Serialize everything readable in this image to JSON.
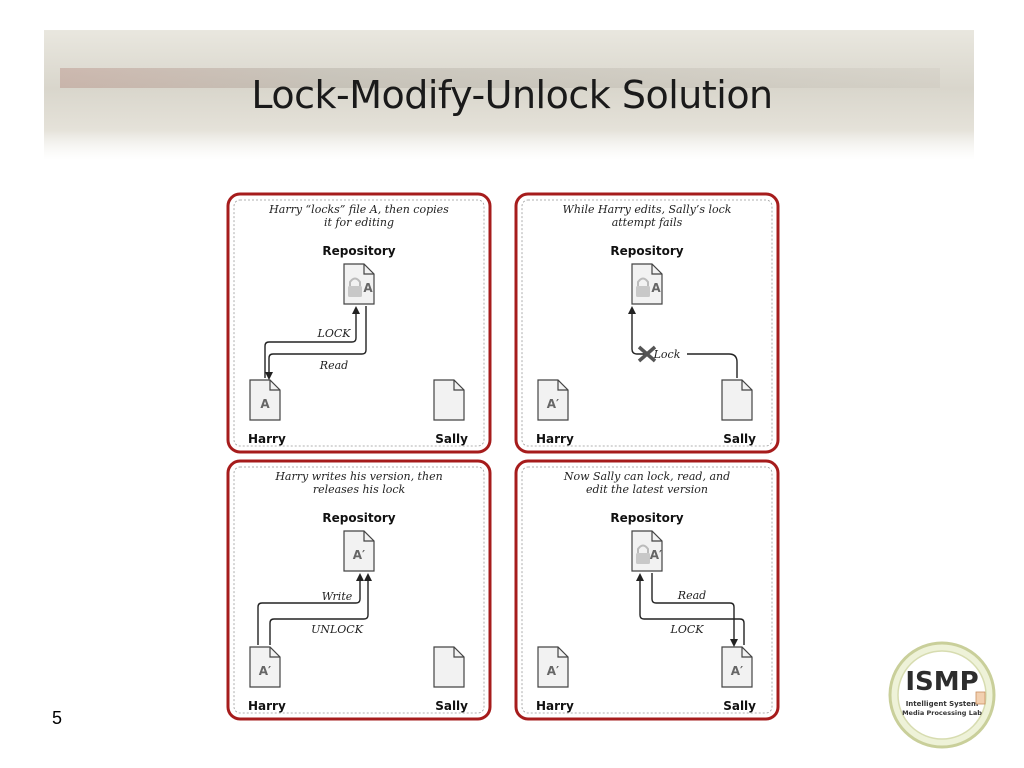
{
  "slide": {
    "title": "Lock-Modify-Unlock Solution",
    "number": "5"
  },
  "panels": [
    {
      "caption": [
        "Harry “locks” file A, then copies",
        "it for editing"
      ],
      "repository_label": "Repository",
      "repo_file": "A",
      "repo_locked": true,
      "harry_label": "Harry",
      "sally_label": "Sally",
      "harry_file": "A",
      "sally_file": "",
      "arrows": [
        "LOCK",
        "Read"
      ]
    },
    {
      "caption": [
        "While Harry edits, Sally’s lock",
        "attempt fails"
      ],
      "repository_label": "Repository",
      "repo_file": "A",
      "repo_locked": true,
      "harry_label": "Harry",
      "sally_label": "Sally",
      "harry_file": "A′",
      "sally_file": "",
      "arrows": [
        "Lock"
      ]
    },
    {
      "caption": [
        "Harry writes his version, then",
        "releases his lock"
      ],
      "repository_label": "Repository",
      "repo_file": "A′",
      "repo_locked": false,
      "harry_label": "Harry",
      "sally_label": "Sally",
      "harry_file": "A′",
      "sally_file": "",
      "arrows": [
        "Write",
        "UNLOCK"
      ]
    },
    {
      "caption": [
        "Now Sally can lock, read, and",
        "edit the latest version"
      ],
      "repository_label": "Repository",
      "repo_file": "A′",
      "repo_locked": true,
      "harry_label": "Harry",
      "sally_label": "Sally",
      "harry_file": "A′",
      "sally_file": "A′",
      "arrows": [
        "Read",
        "LOCK"
      ]
    }
  ],
  "logo": {
    "mark": "ISMP",
    "line1": "Intelligent System",
    "line2": "Media Processing Lab"
  },
  "colors": {
    "panel_border": "#a61c1c",
    "arrow": "#222222",
    "fail_x": "#555555"
  }
}
